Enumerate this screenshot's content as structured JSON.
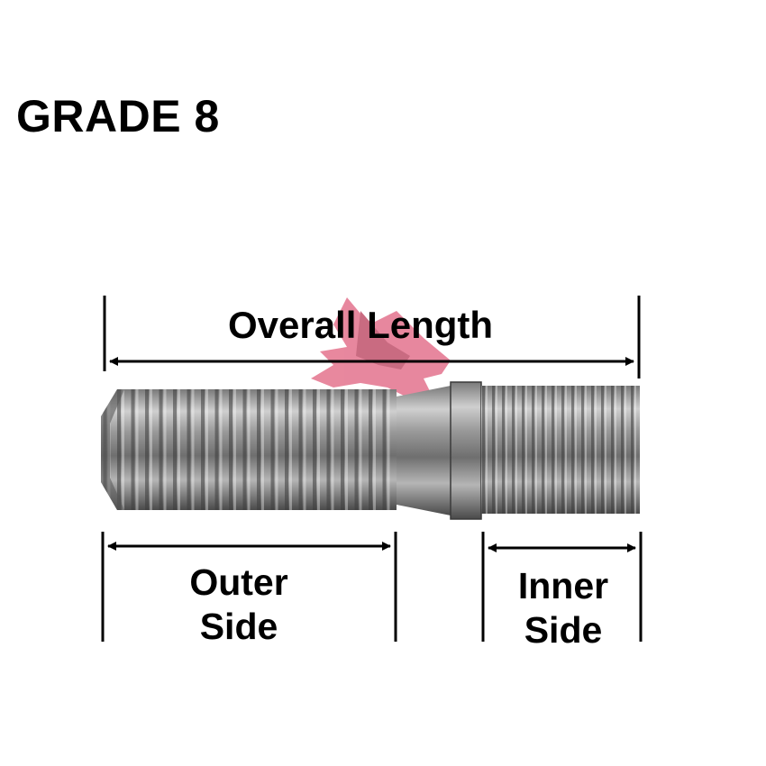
{
  "title": "GRADE 8",
  "dimensions": {
    "overall": "Overall Length",
    "outer_line1": "Outer",
    "outer_line2": "Side",
    "inner_line1": "Inner",
    "inner_line2": "Side"
  },
  "colors": {
    "text": "#000000",
    "stud_dark": "#4a4a4a",
    "stud_light": "#c9c9c9",
    "watermark": "#d94a6a"
  },
  "icons": {
    "watermark": "winged-lion-logo-icon"
  }
}
